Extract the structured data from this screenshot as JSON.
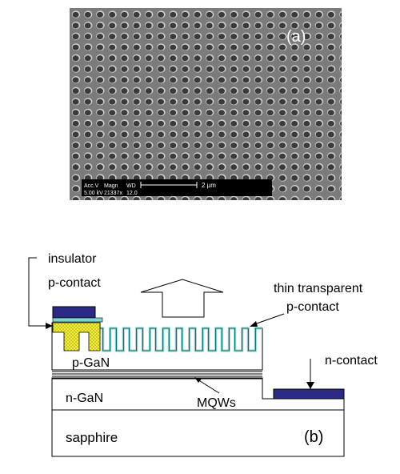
{
  "panel_a": {
    "label": "(a)",
    "scalebar": {
      "col1_header": "Acc.V",
      "col2_header": "Magn",
      "col3_header": "WD",
      "col1_value": "5.00 kV",
      "col2_value": "21337x",
      "col3_value": "12.0",
      "scale_text": "2 µm"
    },
    "colors": {
      "background": "#7b7b7b",
      "hole": "#3a3a3a",
      "rim": "#d0d0d0",
      "bar": "#000000"
    }
  },
  "panel_b": {
    "label": "(b)",
    "labels": {
      "insulator": "insulator",
      "p_contact": "p-contact",
      "thin_contact_line1": "thin transparent",
      "thin_contact_line2": "p-contact",
      "p_gan": "p-GaN",
      "n_gan": "n-GaN",
      "mqws": "MQWs",
      "n_contact": "n-contact",
      "sapphire": "sapphire"
    },
    "colors": {
      "contact_metal": "#2b2b86",
      "transparent_contact": "#7fd6d6",
      "insulator_fill": "#f2ee3a",
      "outline": "#000000"
    }
  }
}
